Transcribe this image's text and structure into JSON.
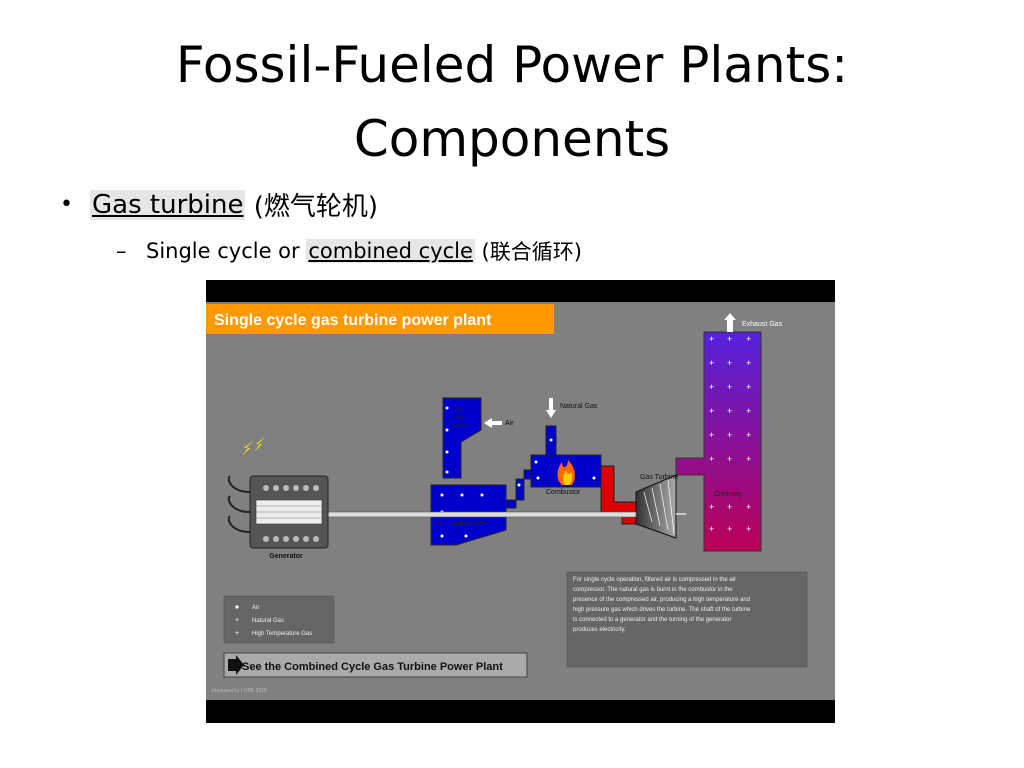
{
  "slide": {
    "title_line1": "Fossil-Fueled Power Plants:",
    "title_line2": "Components",
    "bullet1": {
      "marker": "•",
      "link": "Gas turbine",
      "rest": " (燃气轮机)"
    },
    "bullet2": {
      "marker": "–",
      "prefix": "Single cycle or ",
      "link": "combined cycle",
      "rest": " (联合循环)"
    }
  },
  "diagram": {
    "banner": "Single cycle gas turbine power plant",
    "labels": {
      "exhaust": "Exhaust Gas",
      "natural_gas": "Natural Gas",
      "air": "Air",
      "filter": [
        "Air",
        "Filter",
        "House"
      ],
      "combustor": "Combustor",
      "gas_turbine": "Gas Turbine",
      "chimney": "Chimney",
      "compressor": "Air Compressor",
      "generator": "Generator"
    },
    "legend": [
      "Air",
      "Natural Gas",
      "High Temperature Gas"
    ],
    "description": [
      "For single cycle operation, filtered air is compressed in the air",
      "compressor. The natural gas is burnt in the combustor in the",
      "presence of the compressed air, producing a high temperature and",
      "high pressure gas which drives the turbine. The shaft of the turbine",
      "is connected to a generator and the turning of the generator",
      "produces electricity."
    ],
    "combined_button": "See the Combined Cycle Gas Turbine Power Plant",
    "credit": "produced by | OPE 2010"
  },
  "colors": {
    "banner": "#ff9900",
    "panel": "#808080",
    "air_blue": "#0000cc",
    "hot_red": "#dd0000",
    "chimney_top": "#5522dd",
    "chimney_bottom": "#bb0055"
  }
}
